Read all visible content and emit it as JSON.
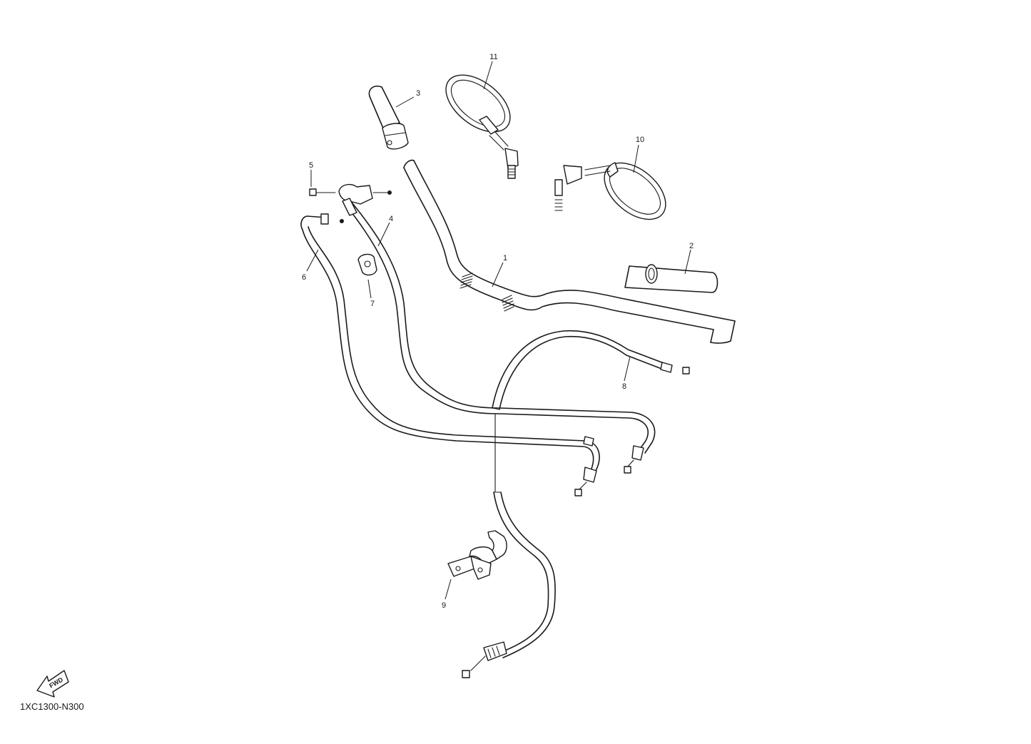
{
  "diagram": {
    "drawing_code": "1XC1300-N300",
    "fwd_label": "FWD",
    "callouts": [
      {
        "id": "1",
        "label": "1"
      },
      {
        "id": "2",
        "label": "2"
      },
      {
        "id": "3",
        "label": "3"
      },
      {
        "id": "4",
        "label": "4"
      },
      {
        "id": "5",
        "label": "5"
      },
      {
        "id": "6",
        "label": "6"
      },
      {
        "id": "7",
        "label": "7"
      },
      {
        "id": "8",
        "label": "8"
      },
      {
        "id": "9",
        "label": "9"
      },
      {
        "id": "10",
        "label": "10"
      },
      {
        "id": "11",
        "label": "11"
      }
    ]
  }
}
